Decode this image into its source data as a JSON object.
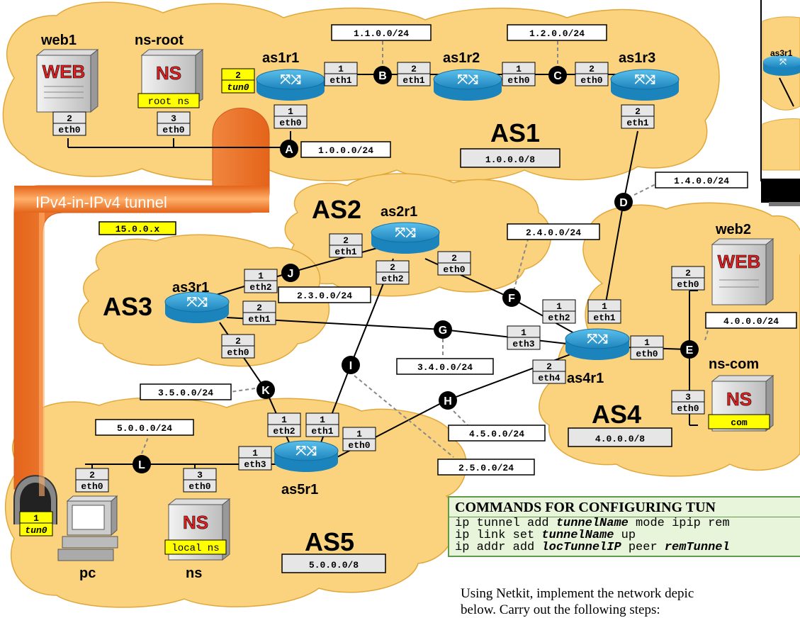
{
  "clouds": {
    "as1": {
      "name": "AS1",
      "prefix": "1.0.0.0/8"
    },
    "as2": {
      "name": "AS2"
    },
    "as3": {
      "name": "AS3"
    },
    "as4": {
      "name": "AS4",
      "prefix": "4.0.0.0/8"
    },
    "as5": {
      "name": "AS5",
      "prefix": "5.0.0.0/8"
    }
  },
  "routers": {
    "as1r1": "as1r1",
    "as1r2": "as1r2",
    "as1r3": "as1r3",
    "as2r1": "as2r1",
    "as3r1": "as3r1",
    "as4r1": "as4r1",
    "as5r1": "as5r1",
    "inset_router": "as3r1"
  },
  "servers": {
    "web1": {
      "name": "web1",
      "logo": "WEB"
    },
    "nsroot": {
      "name": "ns-root",
      "logo": "NS",
      "caption": "root ns"
    },
    "web2": {
      "name": "web2",
      "logo": "WEB"
    },
    "nscom": {
      "name": "ns-com",
      "logo": "NS",
      "caption": "com"
    },
    "ns": {
      "name": "ns",
      "logo": "NS",
      "caption": "local ns"
    },
    "pc": {
      "name": "pc"
    }
  },
  "nodes": {
    "A": "A",
    "B": "B",
    "C": "C",
    "D": "D",
    "E": "E",
    "F": "F",
    "G": "G",
    "H": "H",
    "I": "I",
    "J": "J",
    "K": "K",
    "L": "L"
  },
  "subnets": {
    "A": "1.0.0.0/24",
    "B": "1.1.0.0/24",
    "C": "1.2.0.0/24",
    "D": "1.4.0.0/24",
    "E": "4.0.0.0/24",
    "F": "2.4.0.0/24",
    "G": "3.4.0.0/24",
    "H": "4.5.0.0/24",
    "I": "2.5.0.0/24",
    "J": "2.3.0.0/24",
    "K": "3.5.0.0/24",
    "L": "5.0.0.0/24"
  },
  "tunnel": {
    "label": "IPv4-in-IPv4 tunnel",
    "subnet": "15.0.0.x",
    "left_num": "2",
    "left_if": "tun0",
    "right_num": "1",
    "right_if": "tun0"
  },
  "ifaces": {
    "web1_eth0": [
      "2",
      "eth0"
    ],
    "nsroot_eth0": [
      "3",
      "eth0"
    ],
    "as1r1_eth0": [
      "1",
      "eth0"
    ],
    "as1r1_eth1": [
      "1",
      "eth1"
    ],
    "as1r2_eth1": [
      "2",
      "eth1"
    ],
    "as1r2_eth0": [
      "1",
      "eth0"
    ],
    "as1r3_eth0": [
      "2",
      "eth0"
    ],
    "as1r3_eth1": [
      "2",
      "eth1"
    ],
    "as2r1_eth1": [
      "2",
      "eth1"
    ],
    "as2r1_eth0": [
      "2",
      "eth0"
    ],
    "as2r1_eth2": [
      "2",
      "eth2"
    ],
    "as3r1_eth2": [
      "1",
      "eth2"
    ],
    "as3r1_eth1": [
      "2",
      "eth1"
    ],
    "as3r1_eth0": [
      "2",
      "eth0"
    ],
    "as4r1_eth2": [
      "1",
      "eth2"
    ],
    "as4r1_eth1": [
      "1",
      "eth1"
    ],
    "as4r1_eth3": [
      "1",
      "eth3"
    ],
    "as4r1_eth0": [
      "1",
      "eth0"
    ],
    "as4r1_eth4": [
      "2",
      "eth4"
    ],
    "web2_eth0": [
      "2",
      "eth0"
    ],
    "nscom_eth0": [
      "3",
      "eth0"
    ],
    "as5r1_eth2": [
      "1",
      "eth2"
    ],
    "as5r1_eth1": [
      "1",
      "eth1"
    ],
    "as5r1_eth0": [
      "1",
      "eth0"
    ],
    "as5r1_eth3": [
      "1",
      "eth3"
    ],
    "pc_eth0": [
      "2",
      "eth0"
    ],
    "ns_eth0": [
      "3",
      "eth0"
    ]
  },
  "commands": {
    "title": "COMMANDS FOR CONFIGURING TUN",
    "line1_pre": "ip tunnel add ",
    "line1_it": "tunnelName",
    "line1_post": " mode ipip rem",
    "line2_pre": "ip link set ",
    "line2_it": "tunnelName",
    "line2_post": " up",
    "line3_pre": "ip addr add ",
    "line3_it": "locTunnelIP",
    "line3_mid": " peer ",
    "line3_it2": "remTunnel"
  },
  "instructions": {
    "line1": "Using Netkit, implement the network depic",
    "line2": "below. Carry out the following steps:"
  },
  "colors": {
    "cloud": "#fbd37e",
    "cloud_stroke": "#e0a73a",
    "router": "#2f9fd1",
    "tunnel": "#f07a1c",
    "iface_box": "#e6e6e6",
    "yellow": "#ffff00",
    "server_red": "#e02020"
  }
}
